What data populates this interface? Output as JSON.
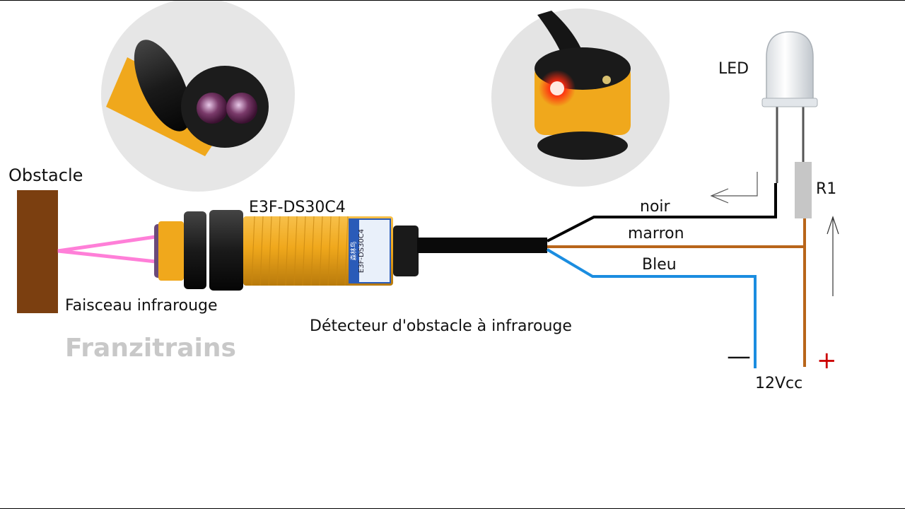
{
  "labels": {
    "obstacle": "Obstacle",
    "beam": "Faisceau infrarouge",
    "model": "E3F-DS30C4",
    "detector": "Détecteur d'obstacle à infrarouge",
    "led": "LED",
    "resistor": "R1",
    "wire_black": "noir",
    "wire_brown": "marron",
    "wire_blue": "Bleu",
    "supply": "12Vcc",
    "minus": "—",
    "plus": "+",
    "watermark": "Franzitrains",
    "sensor_print_model": "E3F-DS30C4",
    "sensor_print_brand": "森林鸟"
  },
  "colors": {
    "obstacle": "#7b3f10",
    "beam": "#ff7fd8",
    "wire_black": "#000000",
    "wire_brown": "#b8651a",
    "wire_blue": "#1b8de0",
    "resistor": "#c6c6c6",
    "sensor_body": "#f0a81c",
    "plus_sign": "#cc0000",
    "watermark": "#c8c8c8",
    "led_glow": "#ff2a10"
  }
}
